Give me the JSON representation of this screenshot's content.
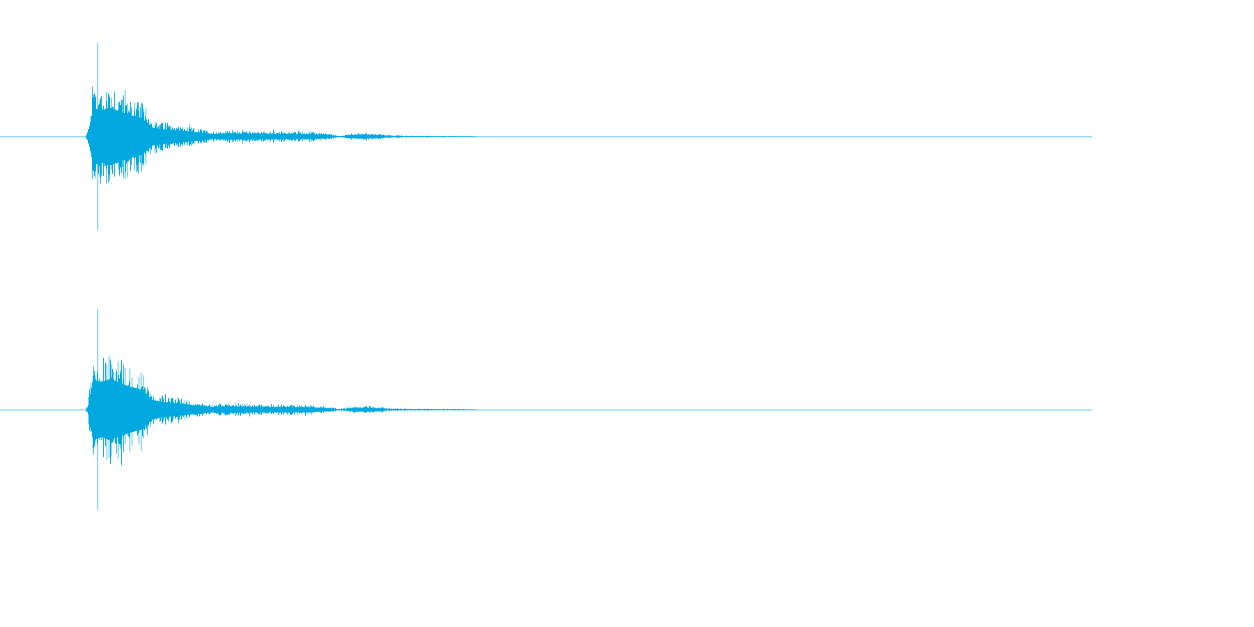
{
  "chart_data": {
    "type": "line",
    "title": "",
    "xlabel": "",
    "ylabel": "",
    "color": "#00a8e0",
    "ylim": [
      -1,
      1
    ],
    "xlim": [
      0,
      1
    ],
    "grid": false,
    "channels": [
      {
        "name": "",
        "onset": 0.079,
        "spike": {
          "x": 0.089,
          "top": 0.71,
          "bottom": -0.71
        },
        "envelope": [
          {
            "x": 0.0,
            "amp": 0.0
          },
          {
            "x": 0.078,
            "amp": 0.0
          },
          {
            "x": 0.08,
            "amp": 0.04
          },
          {
            "x": 0.083,
            "amp": 0.23
          },
          {
            "x": 0.085,
            "amp": 0.44
          },
          {
            "x": 0.088,
            "amp": 0.38
          },
          {
            "x": 0.093,
            "amp": 0.36
          },
          {
            "x": 0.1,
            "amp": 0.4
          },
          {
            "x": 0.11,
            "amp": 0.34
          },
          {
            "x": 0.118,
            "amp": 0.3
          },
          {
            "x": 0.128,
            "amp": 0.26
          },
          {
            "x": 0.134,
            "amp": 0.2
          },
          {
            "x": 0.14,
            "amp": 0.12
          },
          {
            "x": 0.15,
            "amp": 0.1
          },
          {
            "x": 0.165,
            "amp": 0.08
          },
          {
            "x": 0.18,
            "amp": 0.06
          },
          {
            "x": 0.195,
            "amp": 0.035
          },
          {
            "x": 0.21,
            "amp": 0.045
          },
          {
            "x": 0.23,
            "amp": 0.04
          },
          {
            "x": 0.255,
            "amp": 0.038
          },
          {
            "x": 0.28,
            "amp": 0.036
          },
          {
            "x": 0.3,
            "amp": 0.022
          },
          {
            "x": 0.31,
            "amp": 0.006
          },
          {
            "x": 0.325,
            "amp": 0.026
          },
          {
            "x": 0.34,
            "amp": 0.024
          },
          {
            "x": 0.355,
            "amp": 0.012
          },
          {
            "x": 0.375,
            "amp": 0.007
          },
          {
            "x": 0.395,
            "amp": 0.006
          },
          {
            "x": 0.42,
            "amp": 0.005
          },
          {
            "x": 0.436,
            "amp": 0.003
          },
          {
            "x": 0.437,
            "amp": 0.0
          },
          {
            "x": 1.0,
            "amp": 0.0
          }
        ]
      },
      {
        "name": "",
        "onset": 0.079,
        "spike": {
          "x": 0.089,
          "top": 0.76,
          "bottom": -0.76
        },
        "envelope": [
          {
            "x": 0.0,
            "amp": 0.0
          },
          {
            "x": 0.078,
            "amp": 0.0
          },
          {
            "x": 0.08,
            "amp": 0.04
          },
          {
            "x": 0.083,
            "amp": 0.24
          },
          {
            "x": 0.085,
            "amp": 0.47
          },
          {
            "x": 0.088,
            "amp": 0.4
          },
          {
            "x": 0.093,
            "amp": 0.38
          },
          {
            "x": 0.1,
            "amp": 0.42
          },
          {
            "x": 0.11,
            "amp": 0.36
          },
          {
            "x": 0.118,
            "amp": 0.32
          },
          {
            "x": 0.128,
            "amp": 0.28
          },
          {
            "x": 0.134,
            "amp": 0.21
          },
          {
            "x": 0.14,
            "amp": 0.13
          },
          {
            "x": 0.15,
            "amp": 0.1
          },
          {
            "x": 0.165,
            "amp": 0.08
          },
          {
            "x": 0.18,
            "amp": 0.06
          },
          {
            "x": 0.195,
            "amp": 0.035
          },
          {
            "x": 0.21,
            "amp": 0.045
          },
          {
            "x": 0.23,
            "amp": 0.04
          },
          {
            "x": 0.255,
            "amp": 0.038
          },
          {
            "x": 0.28,
            "amp": 0.036
          },
          {
            "x": 0.3,
            "amp": 0.022
          },
          {
            "x": 0.31,
            "amp": 0.006
          },
          {
            "x": 0.325,
            "amp": 0.026
          },
          {
            "x": 0.34,
            "amp": 0.024
          },
          {
            "x": 0.355,
            "amp": 0.012
          },
          {
            "x": 0.375,
            "amp": 0.007
          },
          {
            "x": 0.395,
            "amp": 0.006
          },
          {
            "x": 0.42,
            "amp": 0.005
          },
          {
            "x": 0.436,
            "amp": 0.003
          },
          {
            "x": 0.437,
            "amp": 0.0
          },
          {
            "x": 1.0,
            "amp": 0.0
          }
        ]
      }
    ]
  }
}
